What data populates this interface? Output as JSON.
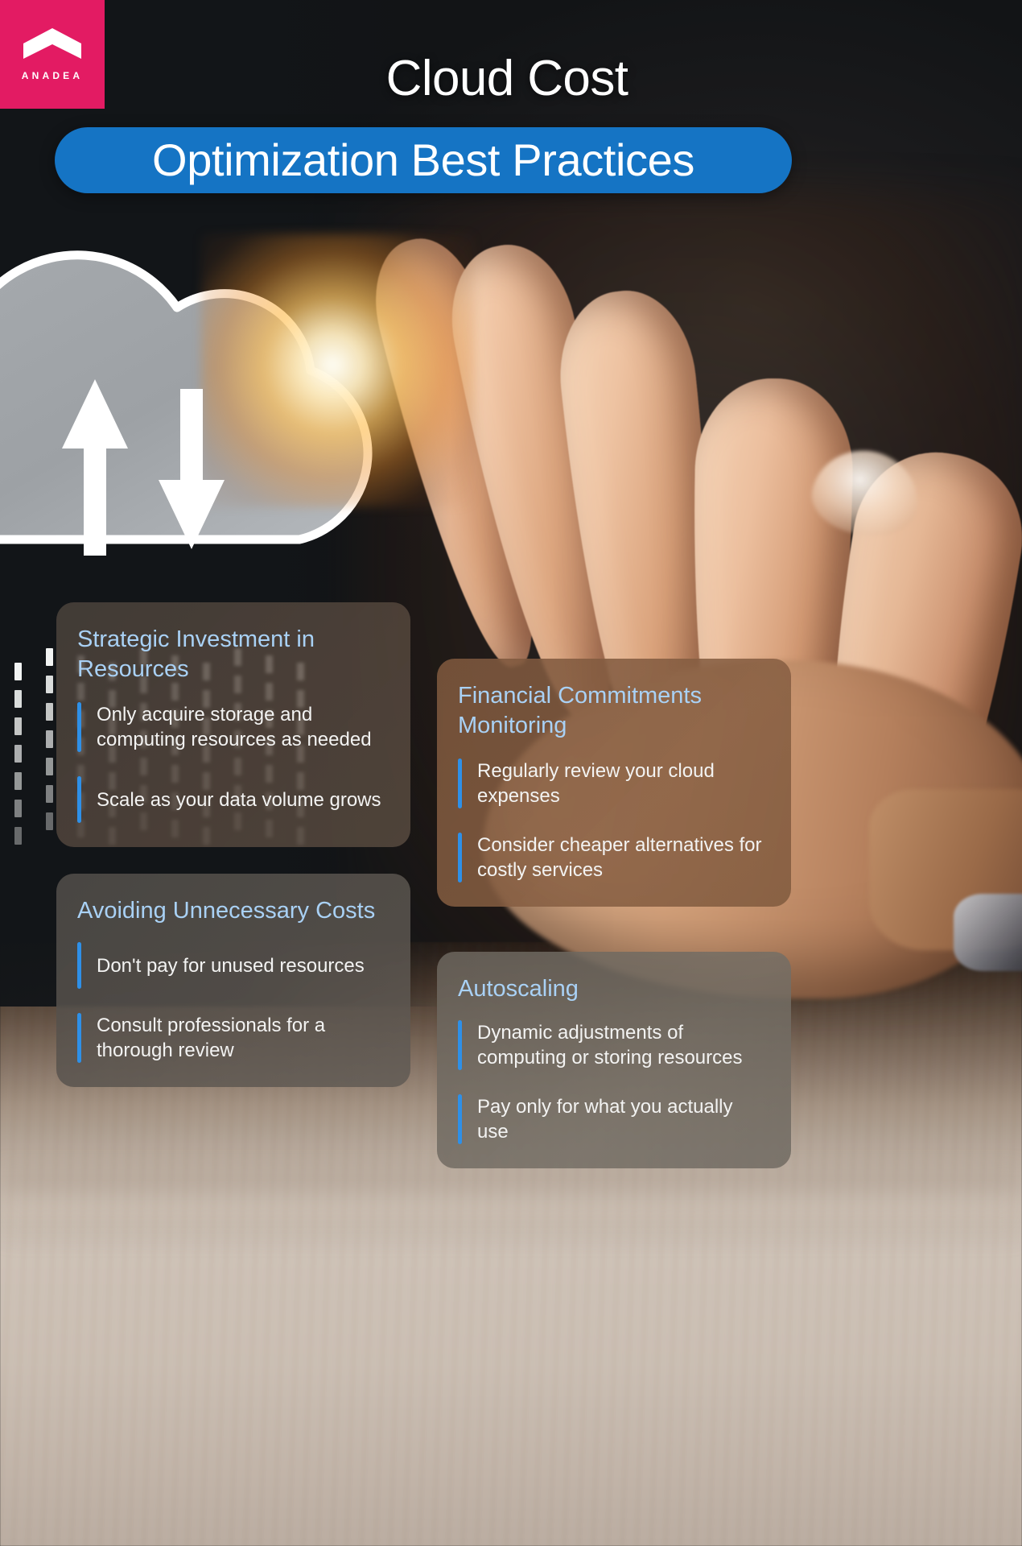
{
  "brand": {
    "name": "ANADEA",
    "logo_icon": "anadea-chevron-logo",
    "tile_color": "#e31b63"
  },
  "header": {
    "title_line1": "Cloud Cost",
    "title_line2": "Optimization Best Practices",
    "banner_color": "#1574c4",
    "title_color": "#ffffff"
  },
  "illustration": {
    "cloud_icon": "cloud-icon",
    "upload_arrow_icon": "arrow-up-icon",
    "download_arrow_icon": "arrow-down-icon",
    "glow_icon": "light-flare-icon",
    "background_photo": "hand-touching-cloud-photo"
  },
  "accent": {
    "bullet_bar_color": "#2e90e8",
    "card_title_color": "#a9d1f5",
    "bullet_text_color": "#f3f3f2"
  },
  "cards": [
    {
      "title": "Strategic Investment in Resources",
      "bullets": [
        "Only acquire storage and computing resources as needed",
        "Scale as your data volume grows"
      ]
    },
    {
      "title": "Financial Commitments Monitoring",
      "bullets": [
        "Regularly review your cloud expenses",
        "Consider cheaper alternatives for costly services"
      ]
    },
    {
      "title": "Avoiding Unnecessary Costs",
      "bullets": [
        "Don't pay for unused resources",
        "Consult professionals for a thorough review"
      ]
    },
    {
      "title": "Autoscaling",
      "bullets": [
        "Dynamic adjustments of computing or storing resources",
        "Pay only for what you actually use"
      ]
    }
  ]
}
